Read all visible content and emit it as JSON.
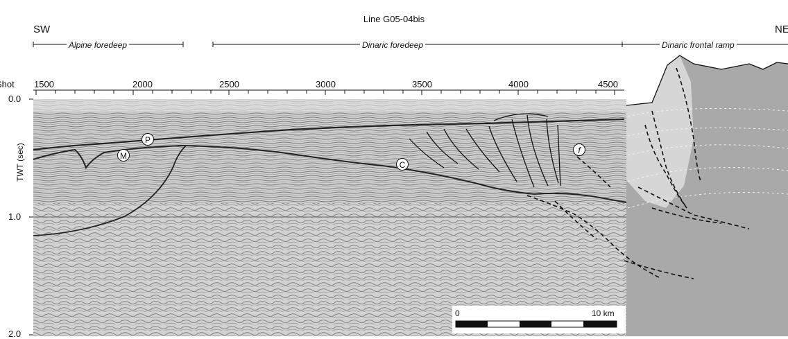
{
  "figure": {
    "title": "Line G05-04bis",
    "left_direction": "SW",
    "right_direction": "NE",
    "zones": [
      "Alpine foredeep",
      "Dinaric foredeep",
      "Dinaric frontal ramp"
    ],
    "shot_label": "Shot",
    "shot_ticks": [
      "1500",
      "2000",
      "2500",
      "3000",
      "3500",
      "4000",
      "4500"
    ],
    "y_axis_label": "TWT (sec)",
    "y_ticks": [
      "0.0",
      "1.0",
      "2.0"
    ],
    "markers": [
      "P",
      "M",
      "C",
      "f"
    ],
    "scale_bar": {
      "start": "0",
      "end": "10 km"
    }
  },
  "colors": {
    "seismic_background": "#c8c8c8",
    "interpretation_panel": "#a9a9a9",
    "overlay_light": "#d6d6d6",
    "line": "#111111"
  }
}
